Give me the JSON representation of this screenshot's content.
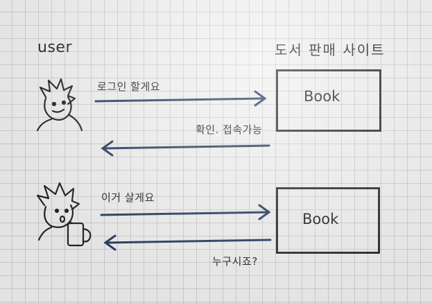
{
  "labels": {
    "user": "user",
    "site": "도서 판매 사이트"
  },
  "messages": {
    "login": "로그인 할게요",
    "confirm": "확인. 접속가능",
    "buy": "이거 살게요",
    "who": "누구시죠?"
  },
  "boxes": {
    "top": "Book",
    "bottom": "Book"
  },
  "colors": {
    "arrow": "#233a5e",
    "ink": "#222222",
    "paper": "#f1f1f1",
    "grid": "#a8a8a8"
  }
}
